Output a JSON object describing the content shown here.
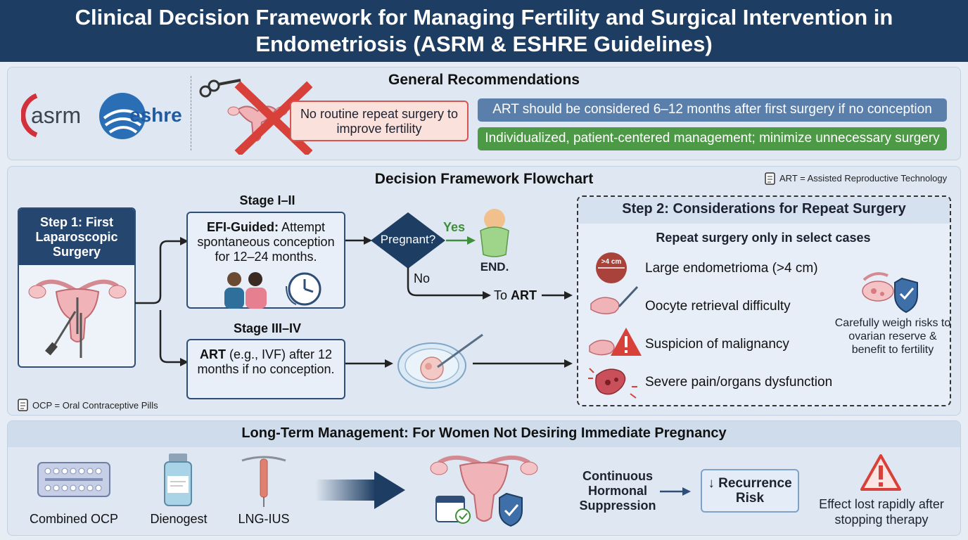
{
  "title": "Clinical Decision Framework for Managing Fertility and Surgical Intervention in Endometriosis (ASRM & ESHRE Guidelines)",
  "general": {
    "heading": "General Recommendations",
    "logo_asrm": "asrm",
    "logo_eshre": "eshre",
    "no_repeat_surgery": "No routine repeat surgery to improve fertility",
    "art_pill": "ART should be considered 6–12 months after first surgery if no conception",
    "individualized_pill": "Individualized, patient-centered management; minimize unnecessary surgery",
    "colors": {
      "blue_pill": "#5a7fab",
      "green_pill": "#4c9a45",
      "red_box_bg": "#fbe1dc",
      "red_box_border": "#d9534f"
    }
  },
  "flow": {
    "heading": "Decision Framework Flowchart",
    "art_note": "ART = Assisted Reproductive Technology",
    "ocp_note": "OCP = Oral Contraceptive Pills",
    "step1": "Step 1: First Laparoscopic Surgery",
    "stage_1_2": "Stage I–II",
    "efi_bold": "EFI-Guided:",
    "efi_rest": " Attempt spontaneous conception for 12–24 months.",
    "pregnant": "Pregnant?",
    "yes": "Yes",
    "no": "No",
    "end": "END.",
    "to": "To ",
    "art": "ART",
    "stage_3_4": "Stage III–IV",
    "art_box_bold": "ART",
    "art_box_rest": " (e.g., IVF) after 12 months if no conception.",
    "step2": "Step 2: Considerations for Repeat Surgery",
    "repeat_only": "Repeat surgery only in select cases",
    "size_badge": ">4 cm",
    "criteria": [
      "Large endometrioma (>4 cm)",
      "Oocyte retrieval difficulty",
      "Suspicion of malignancy",
      "Severe pain/organs dysfunction"
    ],
    "weigh_risks": "Carefully weigh risks to ovarian reserve & benefit to fertility"
  },
  "long_term": {
    "heading": "Long-Term Management: For Women Not Desiring Immediate Pregnancy",
    "items": [
      "Combined OCP",
      "Dienogest",
      "LNG-IUS"
    ],
    "continuous": "Continuous Hormonal Suppression",
    "recurrence": "↓ Recurrence Risk",
    "effect_lost": "Effect lost rapidly after stopping therapy"
  }
}
